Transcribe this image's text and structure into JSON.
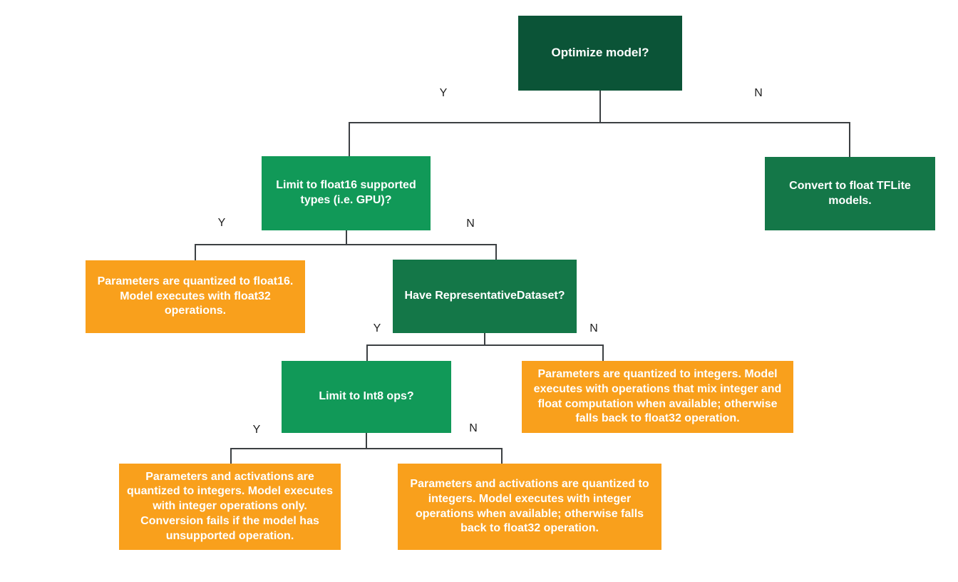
{
  "diagram": {
    "colors": {
      "dark_green": "#0b5437",
      "mid_green": "#147748",
      "bright_green": "#119958",
      "orange": "#f9a01c",
      "line": "#3c4043",
      "node_text": "#ffffff",
      "edge_label_text": "#212121",
      "background": "#ffffff"
    },
    "nodes": {
      "optimize": {
        "label": "Optimize model?"
      },
      "limit_float16": {
        "label": "Limit to float16 supported types (i.e. GPU)?"
      },
      "convert_float": {
        "label": "Convert to float TFLite models."
      },
      "float16_result": {
        "label": "Parameters are quantized to float16. Model executes with float32 operations."
      },
      "have_dataset": {
        "label": "Have RepresentativeDataset?"
      },
      "limit_int8": {
        "label": "Limit to Int8 ops?"
      },
      "mixed_int_result": {
        "label": "Parameters are quantized to integers. Model executes with operations that mix integer and float computation when available; otherwise falls back to float32 operation."
      },
      "int_only_result": {
        "label": "Parameters and activations are quantized to integers. Model executes with integer operations only. Conversion fails if the model has unsupported operation."
      },
      "int_fallback_result": {
        "label": "Parameters and activations are quantized to integers. Model executes with integer operations when available; otherwise falls back to float32 operation."
      }
    },
    "edge_labels": {
      "optimize_yes": "Y",
      "optimize_no": "N",
      "limit_float16_yes": "Y",
      "limit_float16_no": "N",
      "have_dataset_yes": "Y",
      "have_dataset_no": "N",
      "limit_int8_yes": "Y",
      "limit_int8_no": "N"
    }
  }
}
